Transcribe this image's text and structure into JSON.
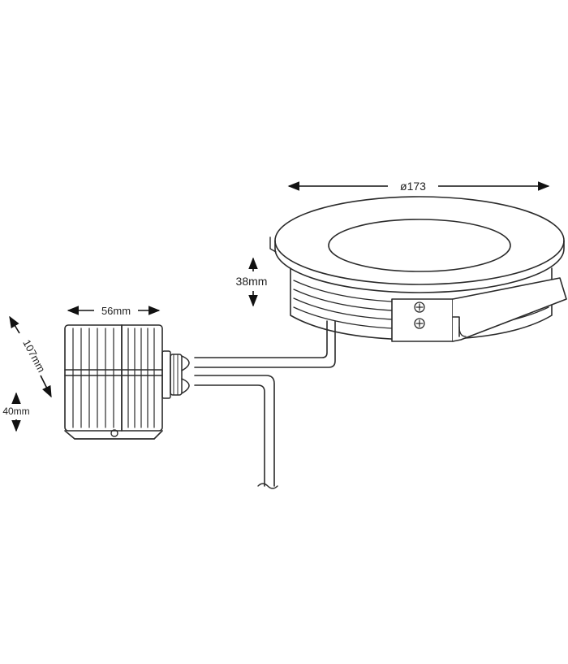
{
  "dimensions": {
    "diameter": "ø173",
    "height": "38mm",
    "box_width": "56mm",
    "box_length": "107mm",
    "box_height": "40mm"
  },
  "colors": {
    "line": "#2a2a2a",
    "arrow": "#111111",
    "background": "#ffffff"
  }
}
